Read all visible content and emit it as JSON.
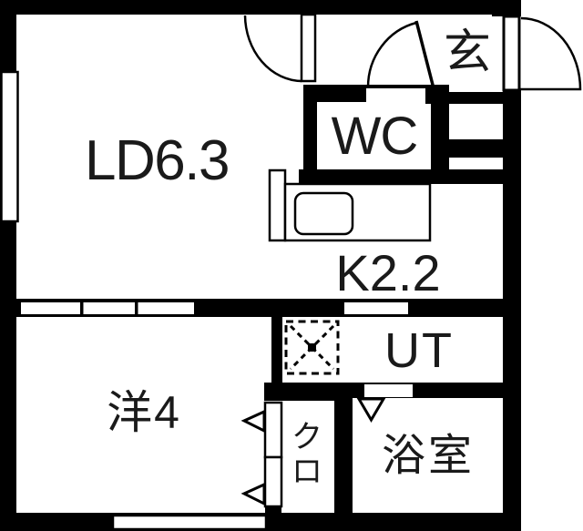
{
  "floorplan": {
    "colors": {
      "wall": "#000000",
      "floor": "#ffffff",
      "line": "#000000"
    },
    "rooms": {
      "living_dining": {
        "label": "LD6.3"
      },
      "kitchen": {
        "label": "K2.2"
      },
      "toilet": {
        "label": "WC"
      },
      "entrance": {
        "label": "玄"
      },
      "utility": {
        "label": "UT"
      },
      "western_room": {
        "label": "洋4"
      },
      "closet": {
        "label_top": "ク",
        "label_bottom": "ロ"
      },
      "bathroom": {
        "label": "浴室"
      }
    }
  }
}
